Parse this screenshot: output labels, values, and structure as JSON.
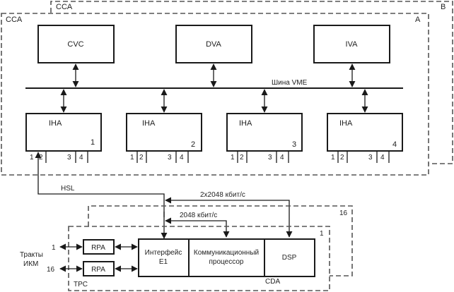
{
  "frames": {
    "outer_b": {
      "label": "CCA",
      "corner": "B"
    },
    "inner_a": {
      "label": "CCA",
      "corner": "A"
    },
    "group_16": {
      "label": "16"
    },
    "group_1": {
      "label": "1",
      "bottom_label": "CDA",
      "left_label": "TPC"
    }
  },
  "top_units": [
    {
      "label": "CVC"
    },
    {
      "label": "DVA"
    },
    {
      "label": "IVA"
    }
  ],
  "bus": {
    "label": "Шина VME"
  },
  "iha_units": [
    {
      "label": "IHA",
      "number": "1"
    },
    {
      "label": "IHA",
      "number": "2"
    },
    {
      "label": "IHA",
      "number": "3"
    },
    {
      "label": "IHA",
      "number": "4"
    }
  ],
  "port_labels": [
    "1",
    "2",
    "3",
    "4"
  ],
  "links": {
    "hsl": "HSL",
    "double_rate": "2x2048 кбит/с",
    "single_rate": "2048 кбит/с"
  },
  "cda_blocks": {
    "e1_line1": "Интерфейс",
    "e1_line2": "E1",
    "comm_line1": "Коммуникационный",
    "comm_line2": "процессор",
    "dsp": "DSP"
  },
  "rpa": [
    {
      "label": "RPA",
      "line": "1"
    },
    {
      "label": "RPA",
      "line": "16"
    }
  ],
  "trunks": {
    "line1": "Тракты",
    "line2": "ИКМ"
  }
}
